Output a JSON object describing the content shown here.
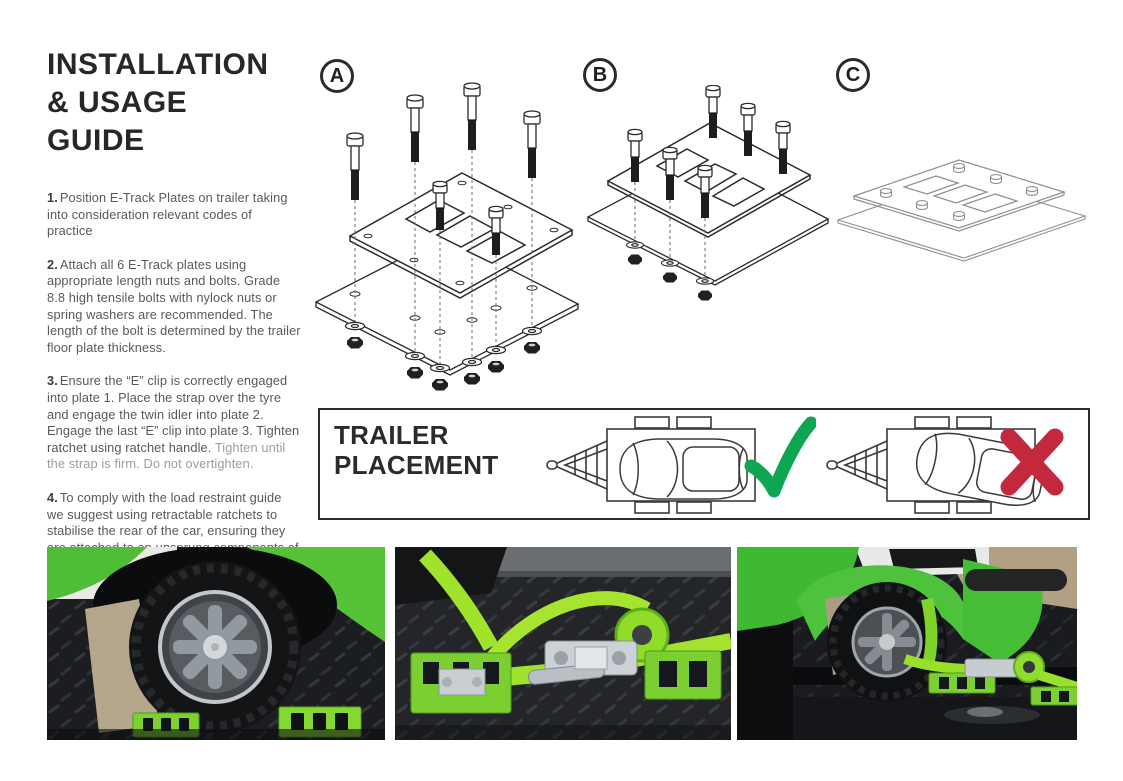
{
  "title": {
    "lines": [
      "INSTALLATION",
      "& USAGE",
      "GUIDE"
    ]
  },
  "instructions": [
    {
      "number": "1.",
      "text": "Position E-Track Plates on trailer taking into consideration relevant codes of practice"
    },
    {
      "number": "2.",
      "text": "Attach all 6 E-Track plates using appropriate length nuts and bolts. Grade 8.8 high tensile bolts with nylock nuts or spring washers are recommended. The length of the bolt is determined by the trailer floor plate thickness."
    },
    {
      "number": "3.",
      "text": "Ensure the “E” clip is correctly engaged into plate 1. Place the strap over the tyre and engage the twin idler into plate 2. Engage the last “E” clip into plate 3. Tighten ratchet using ratchet handle.",
      "text_light": "Tighten until the strap is firm. Do not overtighten."
    },
    {
      "number": "4.",
      "text": "To comply with the load restraint guide we suggest using retractable ratchets to stabilise the rear of the car, ensuring they are attached to an unsprung components of the car- ie axle"
    }
  ],
  "diagrams": [
    {
      "label": "A",
      "meaning": "exploded e-track plate with bolts, washers and nuts"
    },
    {
      "label": "B",
      "meaning": "bolts inserted through plate and trailer floor"
    },
    {
      "label": "C",
      "meaning": "plate fully installed flush"
    }
  ],
  "placement": {
    "title_lines": [
      "TRAILER",
      "PLACEMENT"
    ],
    "correct_symbol": "checkmark-icon",
    "incorrect_symbol": "cross-icon"
  },
  "photos": [
    "wheel-between-e-track-plates",
    "ratchet-strap-assembly-closeup",
    "car-wheel-strapped-on-trailer"
  ],
  "colors": {
    "check_green": "#0FA653",
    "cross_red": "#C4283C",
    "accent_lime": "#7ED02F",
    "body_text": "#58595B",
    "light_text": "#9B9EA1",
    "heading": "#272727"
  }
}
